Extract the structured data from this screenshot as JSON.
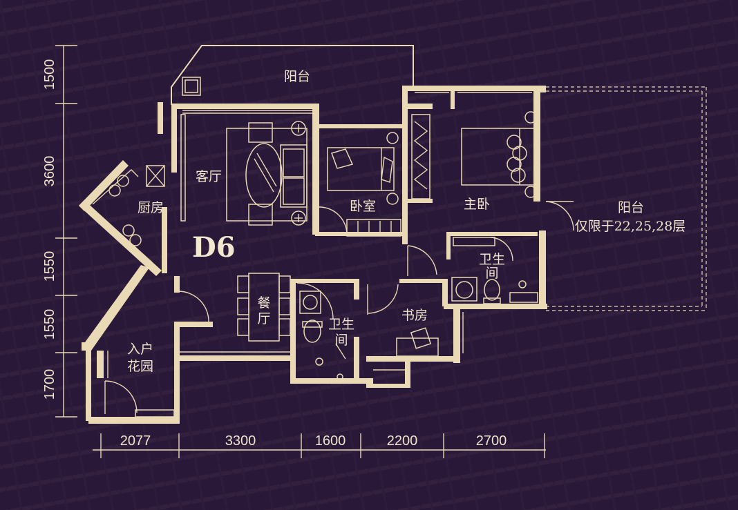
{
  "plan": {
    "id": "D6",
    "rooms": {
      "balcony_top": "阳台",
      "living_room": "客厅",
      "kitchen": "厨房",
      "bedroom": "卧室",
      "master_bedroom": "主卧",
      "balcony_right": "阳台",
      "balcony_note": "仅限于22,25,28层",
      "bathroom_right_line1": "卫生",
      "bathroom_right_line2": "间",
      "dining_line1": "餐",
      "dining_line2": "厅",
      "bathroom_mid_line1": "卫生",
      "bathroom_mid_line2": "间",
      "study": "书房",
      "entry_garden_line1": "入户",
      "entry_garden_line2": "花园"
    }
  },
  "dimensions": {
    "vertical": [
      "1500",
      "3600",
      "1550",
      "1550",
      "1700"
    ],
    "horizontal": [
      "2077",
      "3300",
      "1600",
      "2200",
      "2700"
    ]
  },
  "colors": {
    "background": "#2a1838",
    "lines": "#e9d9b4",
    "text": "#efe4cc"
  }
}
